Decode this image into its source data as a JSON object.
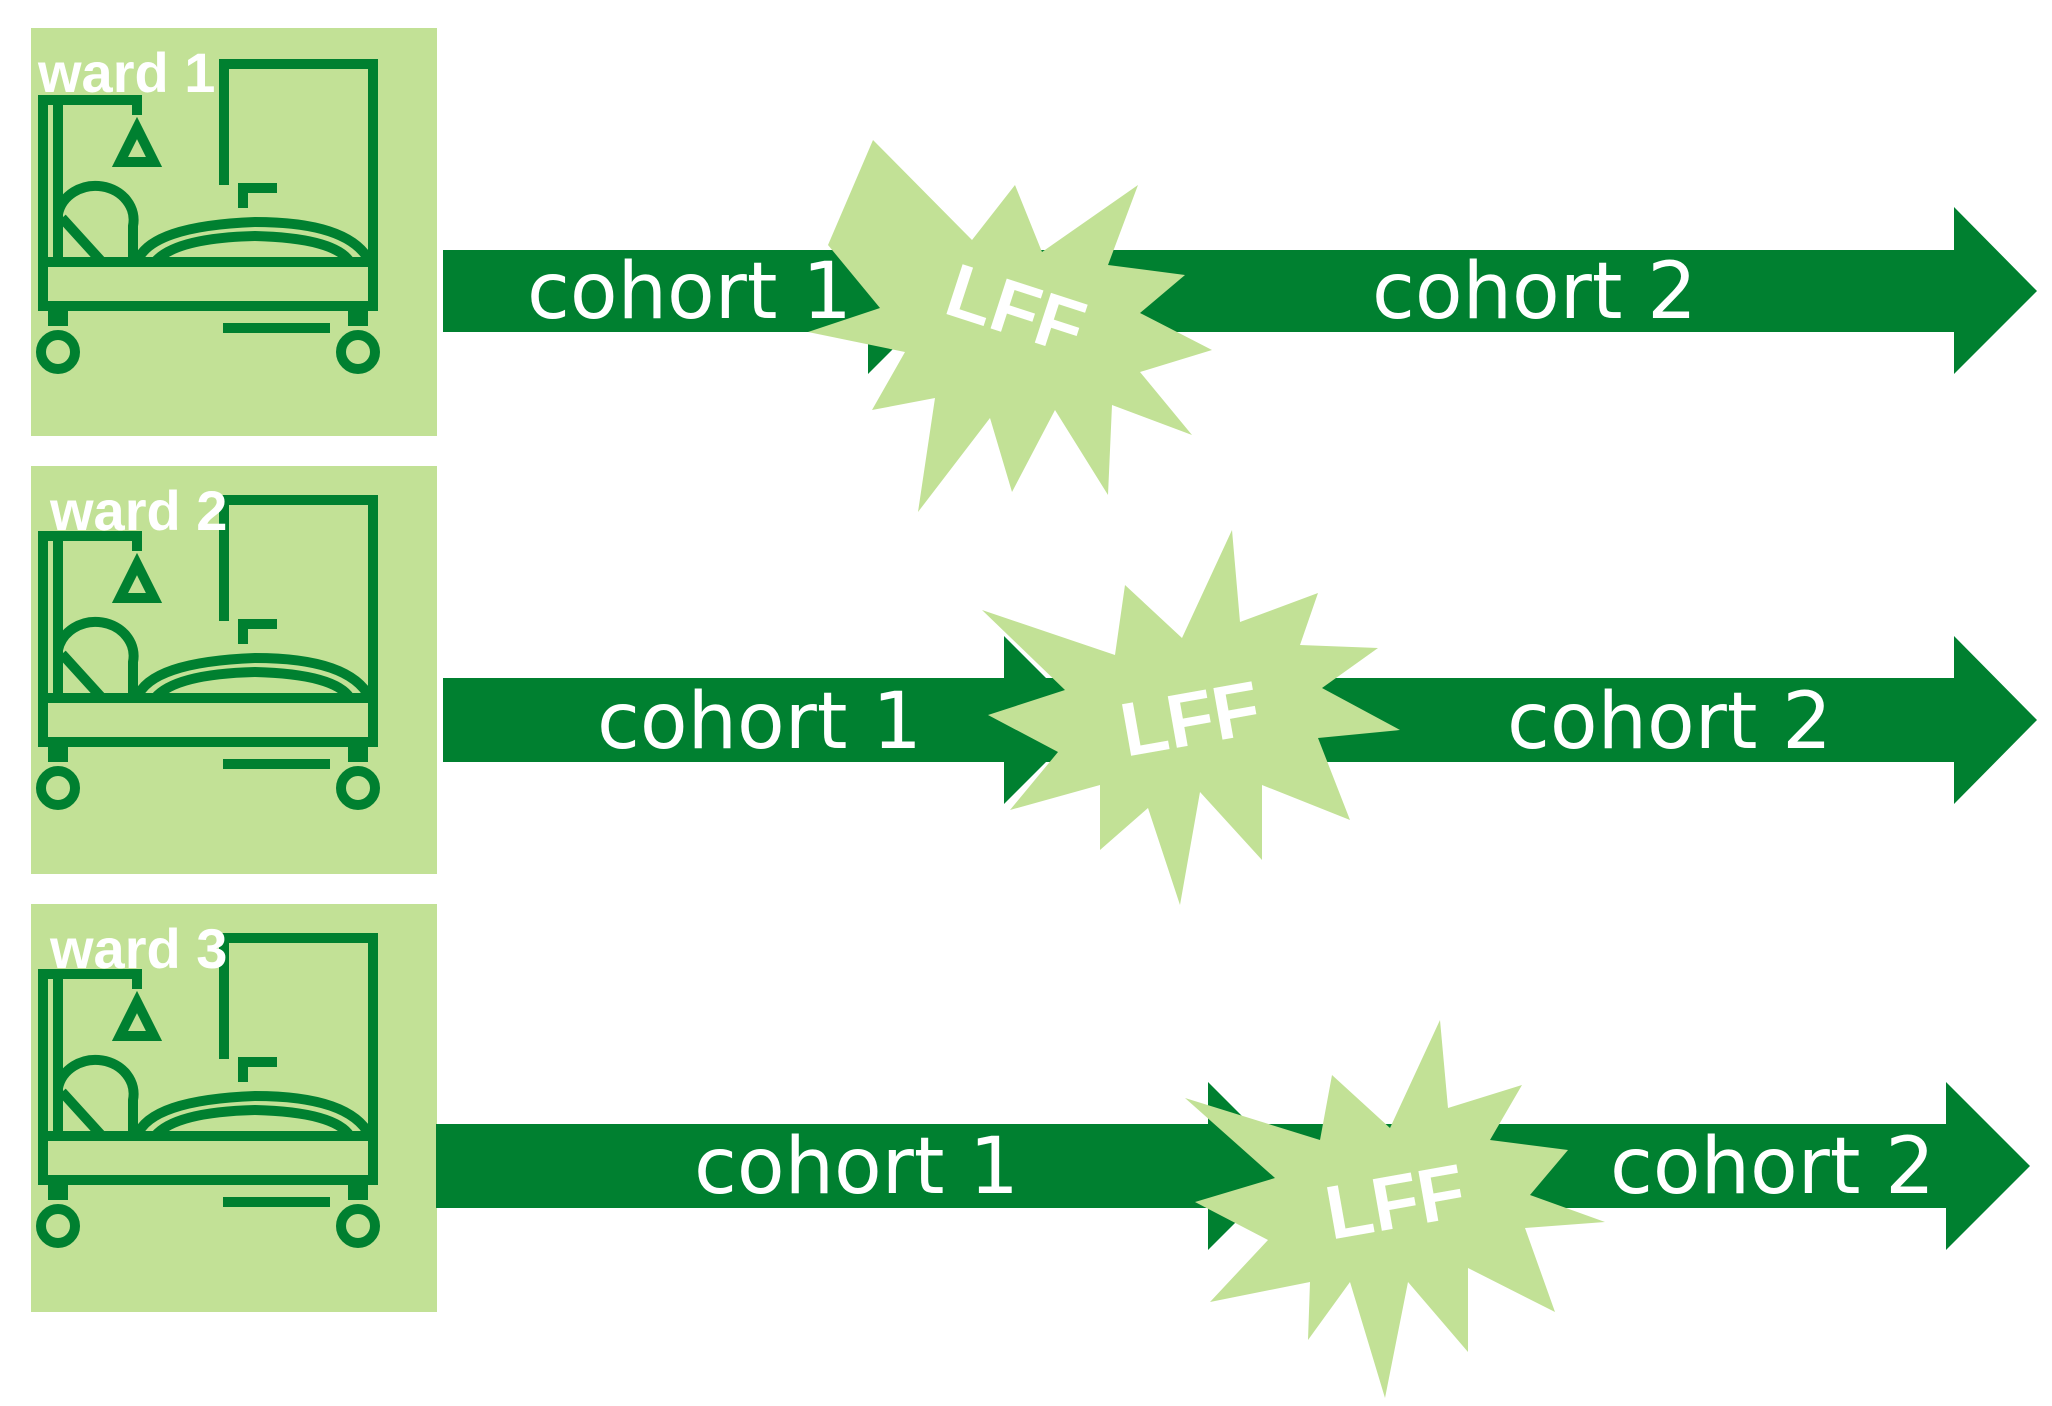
{
  "colors": {
    "ward_box": "#c2e196",
    "bed_line": "#008030",
    "arrow": "#008030",
    "burst": "#c2e196",
    "text": "#ffffff"
  },
  "icon": "hospital-bed-icon",
  "rows": [
    {
      "ward": "ward 1",
      "cohort_before": "cohort 1",
      "event": "LFF",
      "cohort_after": "cohort 2"
    },
    {
      "ward": "ward 2",
      "cohort_before": "cohort 1",
      "event": "LFF",
      "cohort_after": "cohort 2"
    },
    {
      "ward": "ward 3",
      "cohort_before": "cohort 1",
      "event": "LFF",
      "cohort_after": "cohort 2"
    }
  ]
}
